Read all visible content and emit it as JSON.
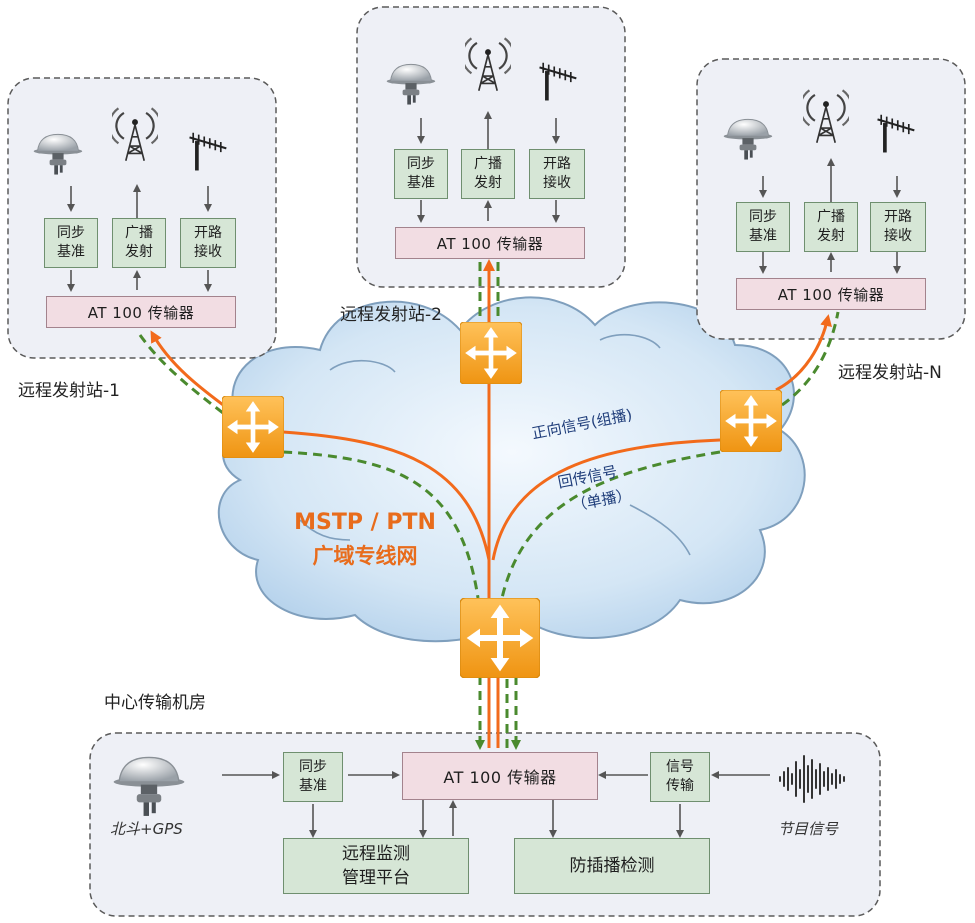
{
  "stations": {
    "s1": {
      "label": "远程发射站-1"
    },
    "s2": {
      "label": "远程发射站-2"
    },
    "sn": {
      "label": "远程发射站-N"
    }
  },
  "boxes": {
    "sync": "同步\n基准",
    "broadcast": "广播\n发射",
    "receive": "开路\n接收",
    "transmitter": "AT 100 传输器"
  },
  "network": {
    "line1": "MSTP / PTN",
    "line2": "广域专线网",
    "forward_signal": "正向信号(组播)",
    "return_signal_1": "回传信号",
    "return_signal_2": "（单播）"
  },
  "center": {
    "title": "中心传输机房",
    "sync": "同步\n基准",
    "transmitter": "AT 100 传输器",
    "signal_transfer": "信号\n传输",
    "monitor": "远程监测\n管理平台",
    "anti_insert": "防插播检测",
    "gnss_label": "北斗+GPS",
    "program_label": "节目信号"
  },
  "colors": {
    "forward": "#f26a1b",
    "return": "#4a8a2e",
    "switch": "#f5a623",
    "cloud": "#cfe2f3"
  },
  "icons": [
    "gnss-antenna-icon",
    "broadcast-tower-icon",
    "yagi-antenna-icon",
    "router-switch-icon",
    "audio-wave-icon"
  ]
}
